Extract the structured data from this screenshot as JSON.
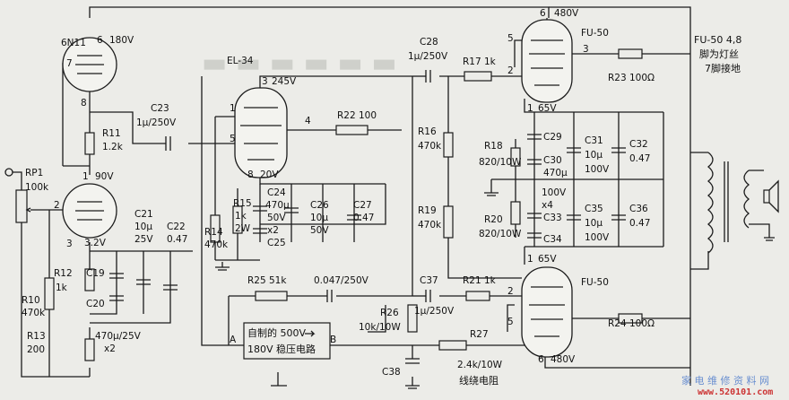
{
  "tubes": {
    "v1_upper": {
      "name": "6N11",
      "plate_v": "180V",
      "pin_top": "6",
      "pin_grid": "7",
      "pin_cathode": "8"
    },
    "v1_lower": {
      "plate_v": "90V",
      "cathode_v": "3.2V",
      "pin_plate": "1",
      "pin_grid": "2",
      "pin_cathode": "3"
    },
    "v2": {
      "name": "EL-34",
      "plate_v": "245V",
      "cathode_v": "20V",
      "pin_plate": "3",
      "pin_g1": "1",
      "pin_g2": "5",
      "pin_g3": "4",
      "pin_k": "8"
    },
    "v3": {
      "name": "FU-50",
      "plate_v": "480V",
      "cathode_v": "65V",
      "pin_plate": "6",
      "pin_g1": "5",
      "pin_g2": "2",
      "pin_g3": "3",
      "pin_k": "1"
    },
    "v4": {
      "name": "FU-50",
      "plate_v": "480V",
      "cathode_v": "65V",
      "pin_plate": "6",
      "pin_g1": "5",
      "pin_g2": "2",
      "pin_k": "1"
    }
  },
  "components": {
    "rp1": [
      "RP1",
      "100k"
    ],
    "r10": [
      "R10",
      "470k"
    ],
    "r11": [
      "R11",
      "1.2k"
    ],
    "r12": [
      "R12",
      "1k"
    ],
    "r13": [
      "R13",
      "200"
    ],
    "c19": "C19",
    "c20": "C20",
    "c19_20_val": [
      "470μ/25V",
      "x2"
    ],
    "c21": [
      "C21",
      "10μ",
      "25V"
    ],
    "c22": [
      "C22",
      "0.47"
    ],
    "c23": [
      "C23",
      "1μ/250V"
    ],
    "r22": "R22 100",
    "r14": [
      "R14",
      "470k"
    ],
    "r15": [
      "R15",
      "1k",
      "2W"
    ],
    "c24": [
      "C24",
      "470μ",
      "50V",
      "x2"
    ],
    "c25": "C25",
    "c26": [
      "C26",
      "10μ",
      "50V"
    ],
    "c27": [
      "C27",
      "0.47"
    ],
    "c28": [
      "C28",
      "1μ/250V"
    ],
    "r17": "R17  1k",
    "r16": [
      "R16",
      "470k"
    ],
    "r18": [
      "R18",
      "820/10W"
    ],
    "r19": [
      "R19",
      "470k"
    ],
    "r20": [
      "R20",
      "820/10W"
    ],
    "c29": "C29",
    "c30": "C30",
    "c29_30_val": [
      "470μ",
      "100V",
      "x4"
    ],
    "c31": [
      "C31",
      "10μ",
      "100V"
    ],
    "c32": [
      "C32",
      "0.47"
    ],
    "c33": "C33",
    "c34": "C34",
    "c35": [
      "C35",
      "10μ",
      "100V"
    ],
    "c36": [
      "C36",
      "0.47"
    ],
    "r23": "R23  100Ω",
    "r24": "R24  100Ω",
    "r25": "R25  51k",
    "c_047": "0.047/250V",
    "c37": "C37",
    "c37_val": "1μ/250V",
    "r21": "R21  1k",
    "r26": [
      "R26",
      "10k/10W"
    ],
    "r27": [
      "R27",
      "2.4k/10W"
    ],
    "r27_note": "线绕电阻",
    "c38": "C38",
    "regulator": [
      "自制的 500V",
      "180V 稳压电路"
    ],
    "node_a": "A",
    "node_b": "B"
  },
  "notes": {
    "heater": [
      "FU-50 4,8",
      "脚为灯丝",
      "7脚接地"
    ]
  },
  "watermark": {
    "site": "家 电 维 修 资 料 网",
    "url": "www.520101.com"
  },
  "colors": {
    "ink": "#1b1b1b",
    "paper": "#ecece8",
    "watermark_blue": "#6a8fd0",
    "watermark_red": "#cc3333"
  }
}
